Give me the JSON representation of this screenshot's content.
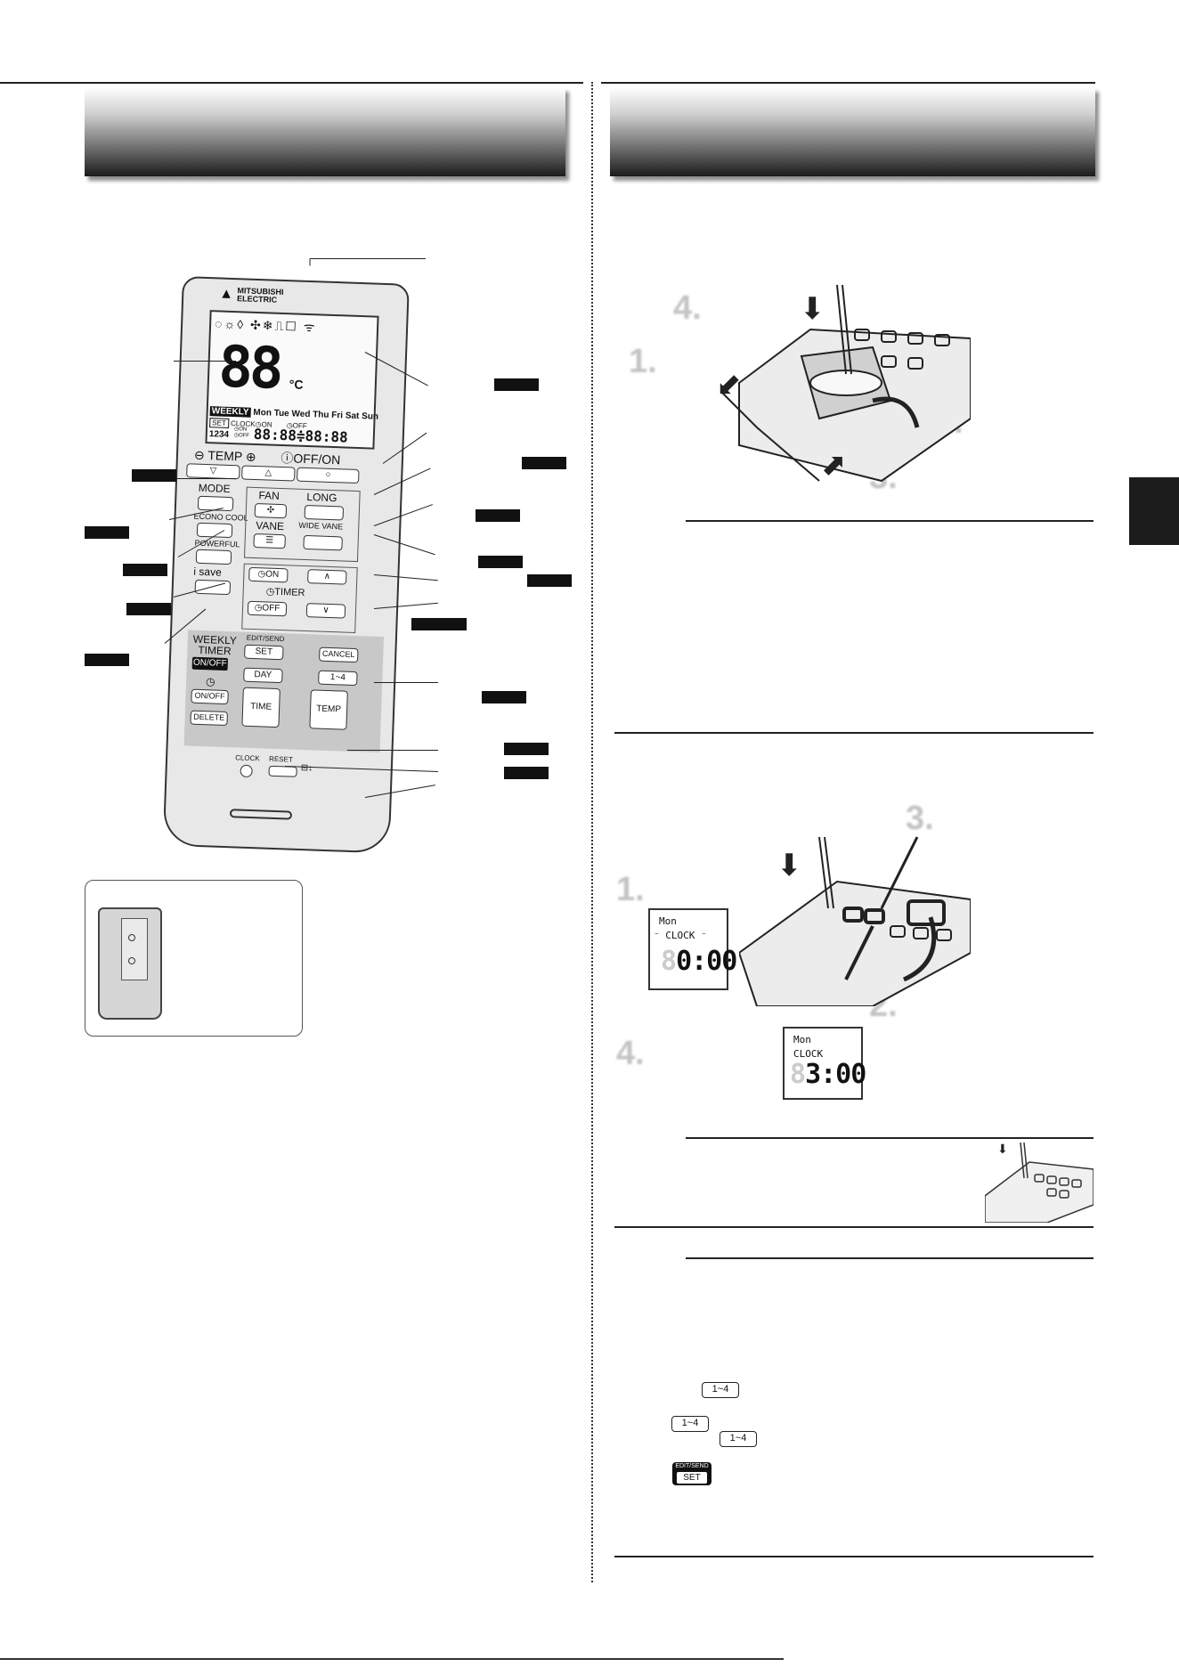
{
  "remote": {
    "brand_line1": "MITSUBISHI",
    "brand_line2": "ELECTRIC",
    "lcd_icons": "◌☼◊ ✣❄⎍☐ ᯤ",
    "lcd_temperature": "88",
    "lcd_unit": "°C",
    "lcd_weekly": "WEEKLY",
    "lcd_days": "Mon Tue Wed Thu Fri Sat Sun",
    "lcd_set": "SET",
    "lcd_clock_on": "CLOCK◷ON",
    "lcd_off": "◷OFF",
    "lcd_numbers": "1234",
    "lcd_on": "◷ON",
    "lcd_off2": "◷OFF",
    "lcd_time": "88:88≑88:88",
    "temp_minus": "⊖",
    "temp_label": "TEMP",
    "temp_plus": "⊕",
    "offon_label": "ⓘOFF/ON",
    "temp_down_btn": "▽",
    "temp_up_btn": "△",
    "offon_btn": "○",
    "mode": "MODE",
    "econo_cool": "ECONO COOL",
    "powerful": "POWERFUL",
    "isave": "i save",
    "fan": "FAN",
    "vane": "VANE",
    "long": "LONG",
    "wide_vane": "WIDE VANE",
    "timer_on": "◷ON",
    "timer_off": "◷OFF",
    "timer": "◷TIMER",
    "timer_up": "∧",
    "timer_down": "∨",
    "weekly_timer_1": "WEEKLY",
    "weekly_timer_2": "TIMER",
    "weekly_onoff": "ON/OFF",
    "edit_send": "EDIT/SEND",
    "set": "SET",
    "cancel": "CANCEL",
    "day": "DAY",
    "one_four": "1~4",
    "timer_icon": "◷",
    "onoff": "ON/OFF",
    "delete": "DELETE",
    "time": "TIME",
    "temp": "TEMP",
    "clock": "CLOCK",
    "reset": "RESET"
  },
  "battery_figure": {
    "step1": "1.",
    "step2": "2.",
    "step3": "3.",
    "step4": "4."
  },
  "clock_figure": {
    "step1": "1.",
    "step2": "2.",
    "step3": "3.",
    "step4": "4.",
    "lcd1_day": "Mon",
    "lcd1_clock": "⁻ CLOCK ⁻",
    "lcd1_time": "0:00",
    "lcd2_day": "Mon",
    "lcd2_clock": "CLOCK",
    "lcd2_time": "3:00"
  },
  "inline_keys": {
    "key1": "1~4",
    "key2": "1~4",
    "key3": "1~4",
    "set_top": "EDIT/SEND",
    "set_label": "SET"
  }
}
